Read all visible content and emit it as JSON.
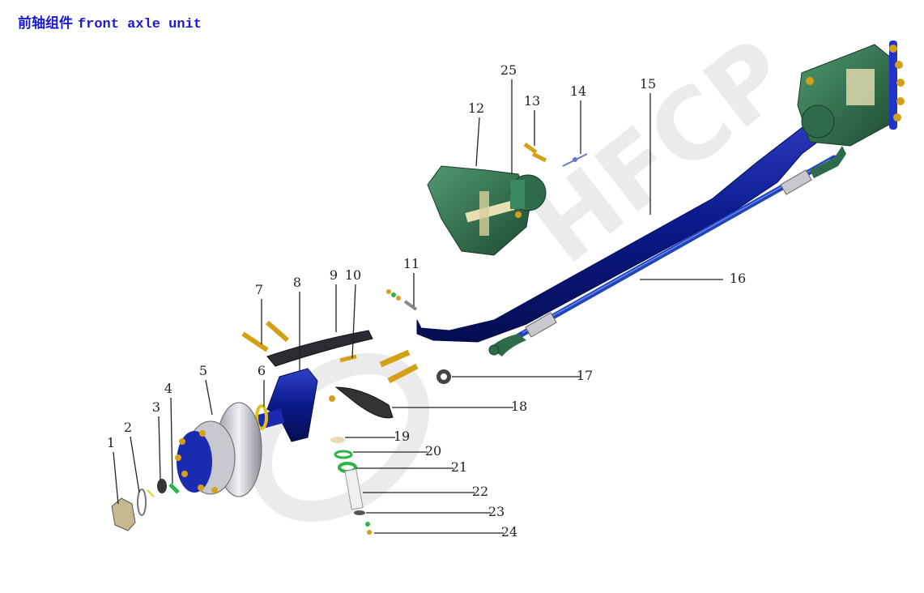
{
  "title": {
    "cn": "前轴组件",
    "en": "front axle unit"
  },
  "watermark": "HFCP",
  "colors": {
    "title": "#1a1ad6",
    "axle": "#0a1a8c",
    "caliper": "#2d6b4a",
    "bolt": "#d4a017",
    "rod": "#2244bb",
    "hub": "#c8c8d0"
  },
  "part_numbers": [
    "1",
    "2",
    "3",
    "4",
    "5",
    "6",
    "7",
    "8",
    "9",
    "10",
    "11",
    "12",
    "13",
    "14",
    "15",
    "16",
    "17",
    "18",
    "19",
    "20",
    "21",
    "22",
    "23",
    "24",
    "25"
  ]
}
